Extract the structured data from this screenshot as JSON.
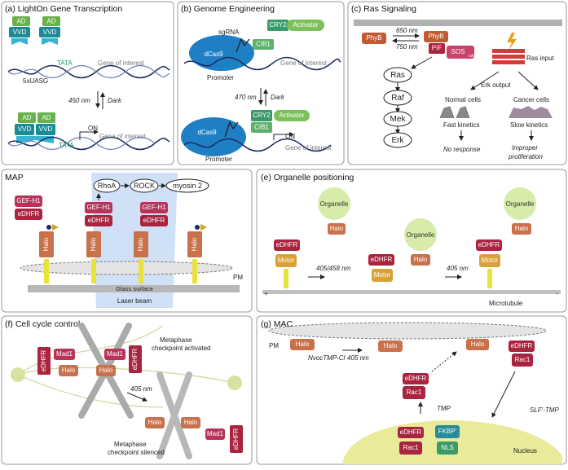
{
  "panels": {
    "a": {
      "title": "(a) LightOn Gene Transcription",
      "ad": "AD",
      "vvd": "VVD",
      "uasg": "5xUASG",
      "tata": "TATA",
      "gene": "Gene of interest",
      "light": "450 nm",
      "dark": "Dark",
      "on": "ON"
    },
    "b": {
      "title": "(b) Genome Engineering",
      "cry2": "CRY2",
      "activator": "Activator",
      "cib1": "CIB1",
      "sgrna": "sgRNA",
      "dcas9": "dCas9",
      "gene": "Gene of interest",
      "promoter": "Promoter",
      "light": "470 nm",
      "dark": "Dark",
      "on": "ON"
    },
    "c": {
      "title": "(c) Ras Signaling",
      "phyb": "PhyB",
      "pif": "PIF",
      "sos": "SOS",
      "sos_sub": "cat",
      "l650": "650 nm",
      "l750": "750 nm",
      "ras": "Ras",
      "raf": "Raf",
      "mek": "Mek",
      "erk": "Erk",
      "ras_input": "Ras input",
      "erk_output": "Erk output",
      "normal": "Normal cells",
      "cancer": "Cancer cells",
      "fast": "Fast kinetics",
      "slow": "Slow kinetics",
      "no_response": "No response",
      "improper1": "Improper",
      "improper2": "proliferation"
    },
    "d": {
      "title": "MAP",
      "gef": "GEF-H1",
      "edhfr": "eDHFR",
      "halo": "Halo",
      "rhoa": "RhoA",
      "rock": "ROCK",
      "myosin": "myosin 2",
      "pm": "PM",
      "glass": "Glass surface",
      "laser": "Laser beam"
    },
    "e": {
      "title": "(e) Organelle positioning",
      "organelle": "Organelle",
      "halo": "Halo",
      "edhfr": "eDHFR",
      "motor": "Motor",
      "l1": "405/458 nm",
      "l2": "405 nm",
      "microtubule": "Microtubule",
      "plus": "+",
      "minus": "-"
    },
    "f": {
      "title": "(f) Cell cycle control",
      "mad1": "Mad1",
      "edhfr": "eDHFR",
      "halo": "Halo",
      "activated1": "Metaphase",
      "activated2": "checkpoint activated",
      "light": "405 nm",
      "silenced1": "Metaphase",
      "silenced2": "checkpoint silenced"
    },
    "g": {
      "title": "(g) MAC",
      "pm": "PM",
      "halo": "Halo",
      "nvoc": "NvocTMP-Cl",
      "light": "405 nm",
      "edhfr": "eDHFR",
      "rac1": "Rac1",
      "tmp": "TMP",
      "slf": "SLF'-TMP",
      "fkbp": "FKBP'",
      "nls": "NLS",
      "nucleus": "Nucleus"
    }
  },
  "colors": {
    "ad": "#6ab04c",
    "vvd": "#1a8c96",
    "halo": "#c8714a",
    "edhfr": "#a8243f",
    "gef": "#b8325a",
    "motor": "#d9a238",
    "phyb": "#c05a32",
    "cry2": "#3a9a6a",
    "dcas9": "#1f7fc4",
    "laser": "#cfe0f7",
    "yellow": "#e8e23a",
    "nucleus": "#e9ea9a"
  }
}
